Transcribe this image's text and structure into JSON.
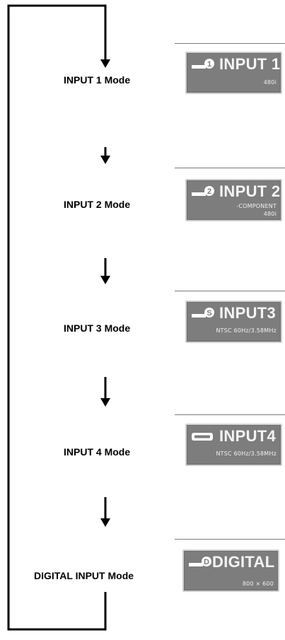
{
  "modes": [
    {
      "label": "INPUT 1 Mode",
      "screen": {
        "title": "INPUT 1",
        "sub1": "480i",
        "sub2": "",
        "badge": "1",
        "icon": "terminal-plug-icon"
      }
    },
    {
      "label": "INPUT 2 Mode",
      "screen": {
        "title": "INPUT 2",
        "sub1": "-COMPONENT",
        "sub2": "480i",
        "badge": "2",
        "icon": "terminal-plug-icon"
      }
    },
    {
      "label": "INPUT 3 Mode",
      "screen": {
        "title": "INPUT3",
        "sub1": "NTSC 60Hz/3.58MHz",
        "sub2": "",
        "badge": "S",
        "icon": "terminal-plug-icon"
      }
    },
    {
      "label": "INPUT 4 Mode",
      "screen": {
        "title": "INPUT4",
        "sub1": "NTSC 60Hz/3.58MHz",
        "sub2": "",
        "badge": "",
        "icon": "video-input-icon"
      }
    },
    {
      "label": "DIGITAL INPUT Mode",
      "screen": {
        "title": "DIGITAL",
        "sub1": "800 × 600",
        "sub2": "",
        "badge": "D",
        "icon": "terminal-plug-icon"
      }
    }
  ]
}
